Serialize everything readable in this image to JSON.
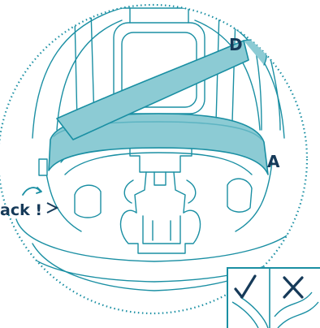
{
  "labels": {
    "belt_d": "D",
    "belt_a": "A",
    "click_text": "ack !"
  },
  "icons": [
    "check-icon",
    "cross-icon"
  ],
  "colors": {
    "line": "#1a8fa3",
    "belt_fill": "#8ccbd4",
    "belt_dark": "#5db4c2",
    "label": "#163a59",
    "background": "#ffffff"
  }
}
